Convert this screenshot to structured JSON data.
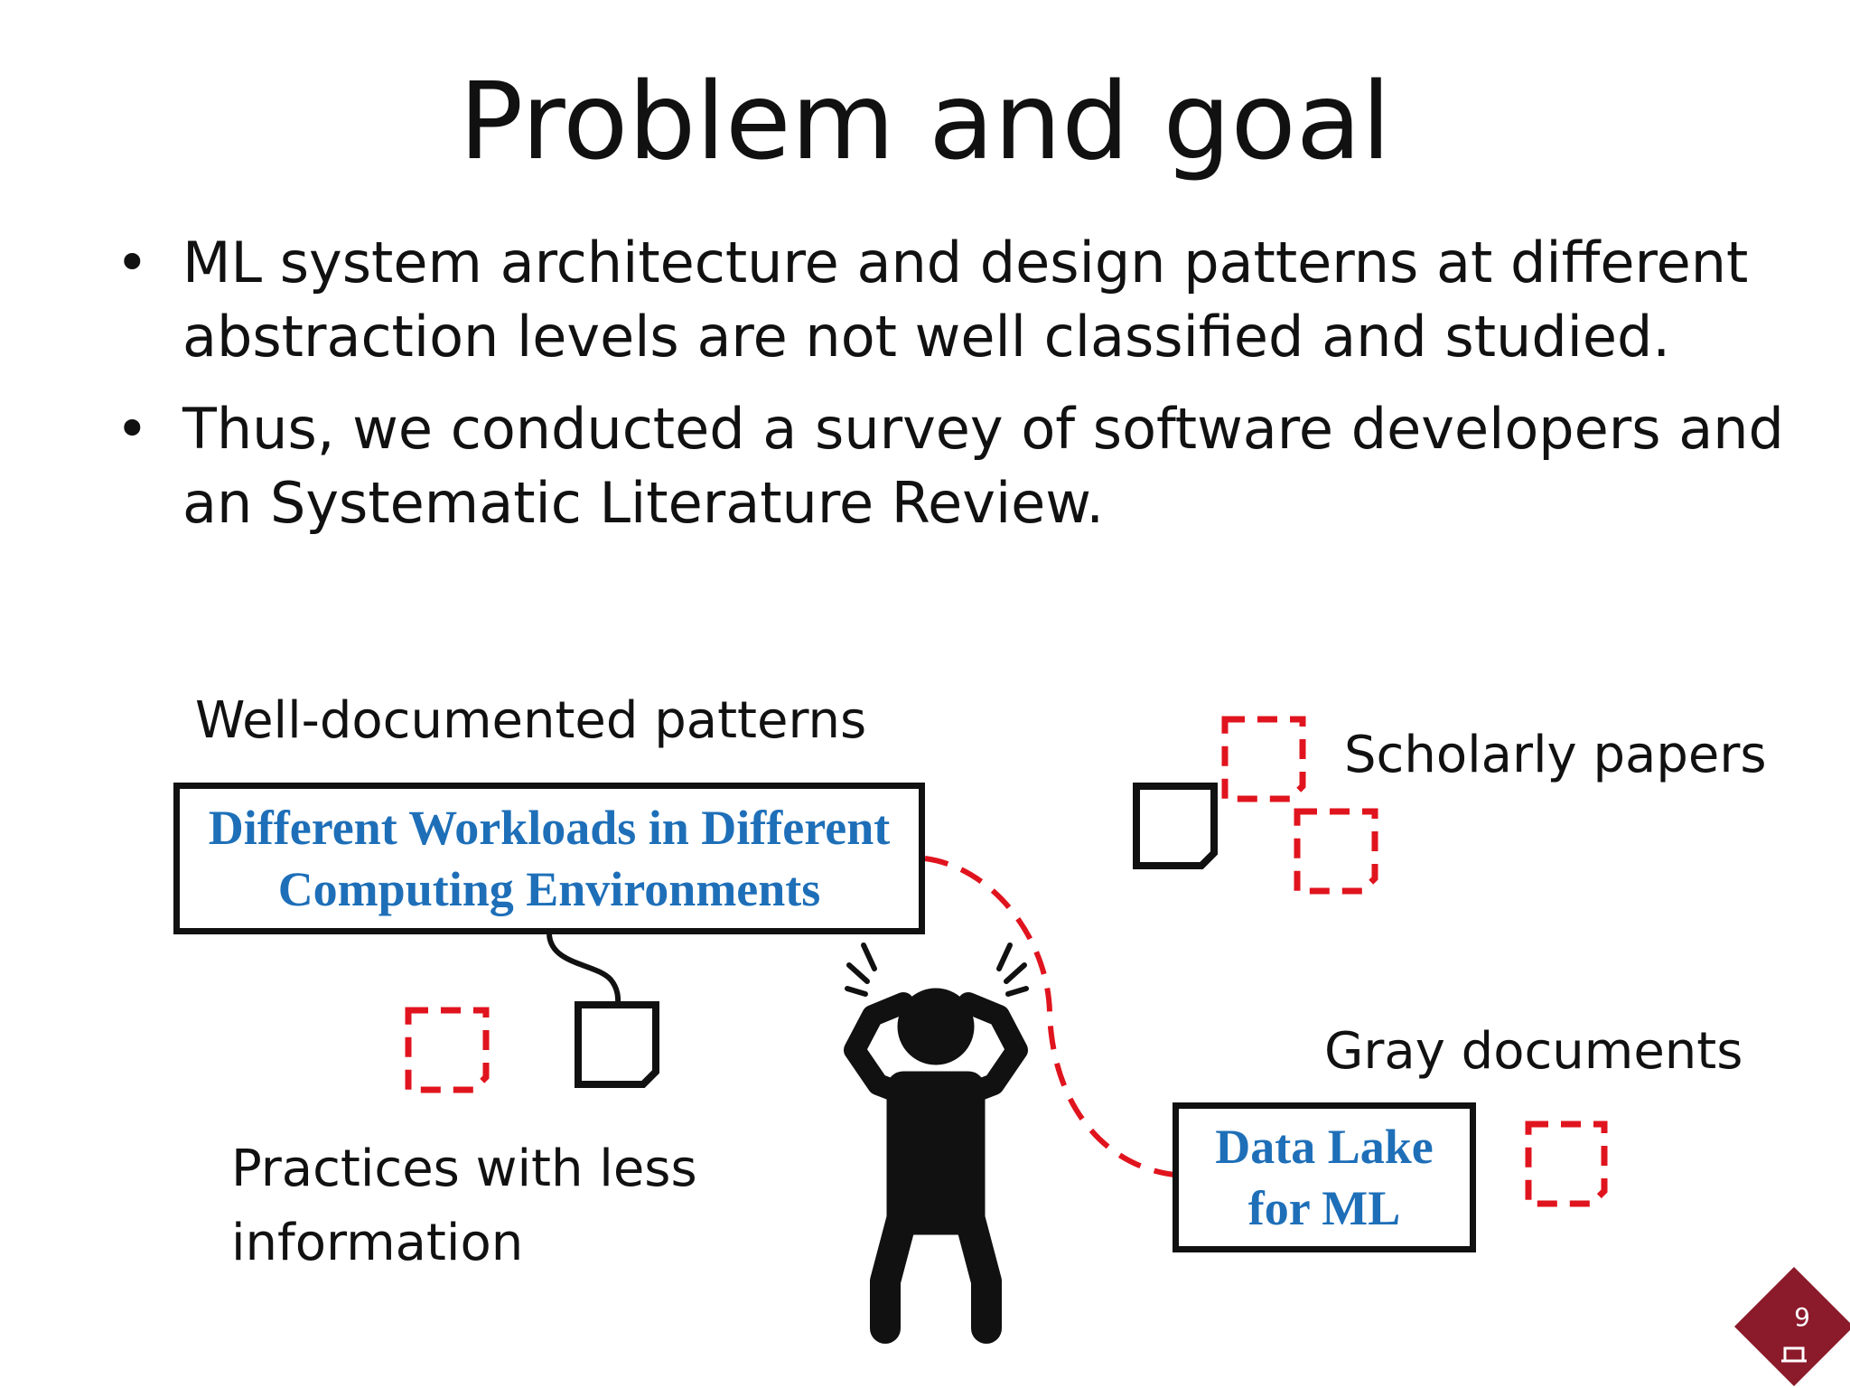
{
  "slide": {
    "title": "Problem and goal",
    "bullets": [
      "ML system architecture and design patterns at different abstraction levels are not well classified and studied.",
      "Thus, we conducted a survey of software developers and an Systematic Literature Review."
    ],
    "bullet_symbol": "•",
    "page_number": "9"
  },
  "diagram": {
    "well_documented_label": "Well-documented patterns",
    "less_info_label_line1": "Practices with less",
    "less_info_label_line2": "information",
    "scholarly_label": "Scholarly papers",
    "gray_label": "Gray documents",
    "callout_main_line1": "Different Workloads in Different",
    "callout_main_line2": "Computing Environments",
    "callout_small_line1": "Data Lake",
    "callout_small_line2": "for ML",
    "icons": [
      "documented-pattern-icon",
      "undocumented-pattern-icon",
      "stressed-person-icon"
    ]
  },
  "colors": {
    "accent_blue": "#1e6fb8",
    "dashed_red": "#e0141e",
    "badge_maroon": "#8b1a2b"
  }
}
